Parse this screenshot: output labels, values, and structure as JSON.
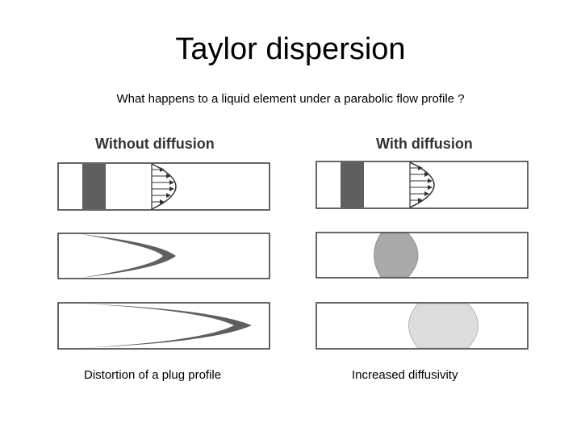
{
  "title": "Taylor dispersion",
  "subtitle": "What happens to a liquid element under a parabolic flow profile ?",
  "left_panel": {
    "heading": "Without diffusion",
    "caption": "Distortion of a plug profile"
  },
  "right_panel": {
    "heading": "With diffusion",
    "caption": "Increased diffusivity"
  },
  "colors": {
    "plug": "#5f5f5f",
    "diffused_mid": "#a9a9a9",
    "diffused_late": "#dcdcdc",
    "outline": "#333333"
  }
}
